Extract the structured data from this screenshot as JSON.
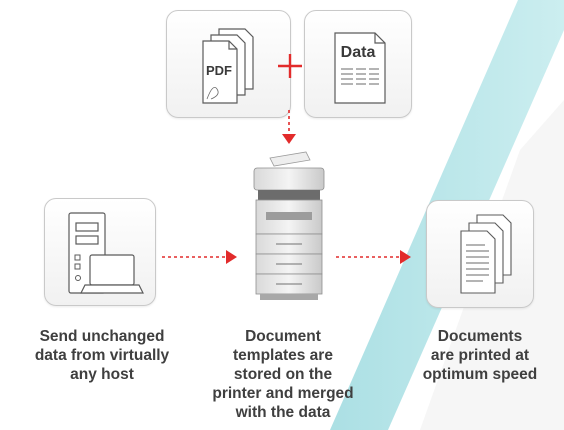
{
  "top_left_card": {
    "icon_label": "PDF"
  },
  "top_right_card": {
    "icon_label": "Data"
  },
  "captions": {
    "left": [
      "Send unchanged",
      "data from virtually",
      "any host"
    ],
    "center": [
      "Document",
      "templates  are",
      "stored on the",
      "printer and merged",
      "with the data"
    ],
    "right": [
      "Documents",
      "are printed at",
      "optimum speed"
    ]
  },
  "colors": {
    "accent_red": "#e22b2b",
    "ribbon_teal": "#a9dfe3",
    "icon_stroke": "#5b5b5b",
    "text": "#3f3f3f"
  },
  "icons": {
    "pdf": "pdf-document-stack-icon",
    "plus": "plus-icon",
    "data": "data-document-icon",
    "host": "computer-host-icon",
    "printer": "multifunction-printer-icon",
    "output": "printed-documents-stack-icon",
    "arrow": "dashed-arrow-icon"
  }
}
